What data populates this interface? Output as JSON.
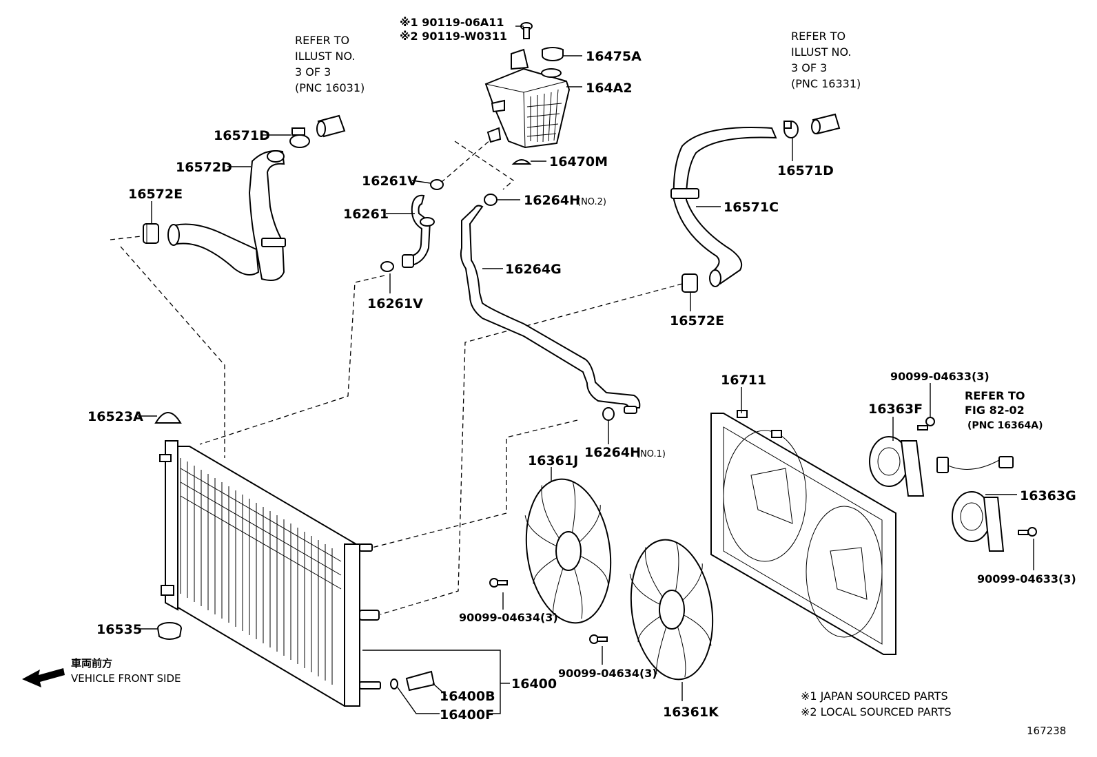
{
  "refs": {
    "upper_left": [
      "REFER TO",
      "ILLUST NO.",
      "3 OF 3",
      "(PNC 16031)"
    ],
    "upper_right": [
      "REFER TO",
      "ILLUST NO.",
      "3 OF 3",
      "(PNC 16331)"
    ],
    "motor": [
      "REFER TO",
      "FIG 82-02",
      "(PNC 16364A)"
    ]
  },
  "labels": {
    "bolt_a": "※1 90119-06A11",
    "bolt_b": "※2 90119-W0311",
    "cap_16475A": "16475A",
    "tank_164A2": "164A2",
    "clamp_16571D_left": "16571D",
    "hose_16572D": "16572D",
    "clamp_16572E_left": "16572E",
    "cap_16470M": "16470M",
    "clamp_16261V_top": "16261V",
    "hose_16261": "16261",
    "clamp_16264H_no2": "16264H",
    "clamp_16264H_no2_sub": "(NO.2)",
    "hose_16264G": "16264G",
    "clamp_16261V_bottom": "16261V",
    "clamp_16571D_right": "16571D",
    "hose_16571C": "16571C",
    "clamp_16572E_right": "16572E",
    "shroud_16711": "16711",
    "screw_top": "90099-04633(3)",
    "motor_16363F": "16363F",
    "motor_16363G": "16363G",
    "screw_right": "90099-04633(3)",
    "fan_16361J": "16361J",
    "clamp_16264H_no1": "16264H",
    "clamp_16264H_no1_sub": "(NO.1)",
    "cushion_16523A": "16523A",
    "cushion_16535": "16535",
    "screw_fan_j": "90099-04634(3)",
    "screw_fan_k": "90099-04634(3)",
    "radiator_16400": "16400",
    "plug_16400B": "16400B",
    "oring_16400F": "16400F",
    "fan_16361K": "16361K"
  },
  "legend": {
    "front_jp": "車両前方",
    "front_en": "VEHICLE FRONT SIDE",
    "note1": "※1 JAPAN SOURCED PARTS",
    "note2": "※2 LOCAL SOURCED PARTS"
  },
  "diagram_id": "167238"
}
